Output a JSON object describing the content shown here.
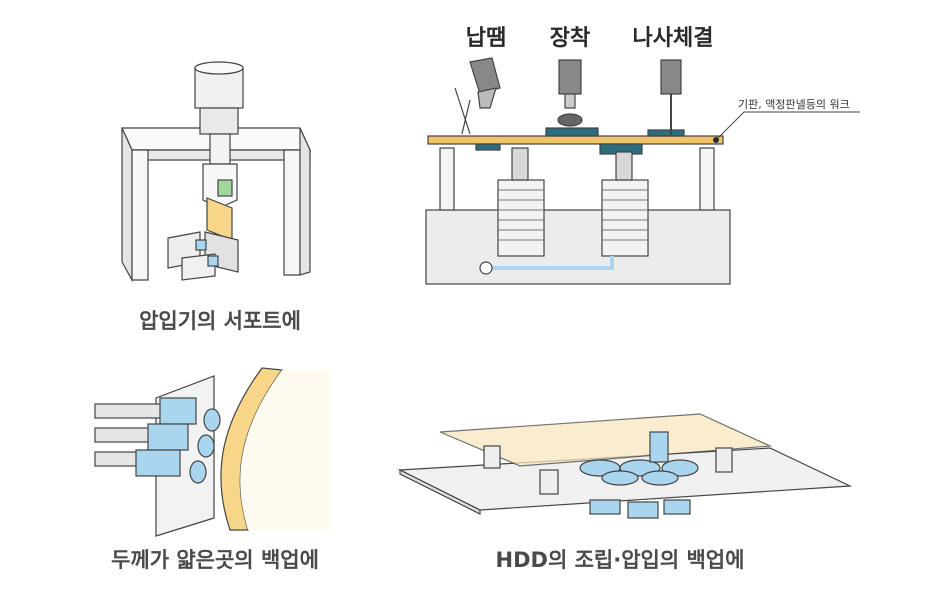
{
  "panels": {
    "press": {
      "caption": "압입기의 서포트에"
    },
    "ops": {
      "labels": [
        "납땜",
        "장착",
        "나사체결"
      ],
      "note": "기판, 액정판넬등의 워크"
    },
    "thin": {
      "caption": "두께가 얇은곳의 백업에"
    },
    "hdd": {
      "caption": "HDD의 조립·압입의 백업에"
    }
  },
  "colors": {
    "outline": "#444444",
    "frame_fill": "#f2f2f2",
    "blue": "#a9d5ee",
    "dark_teal": "#2b6e80",
    "yellow": "#f7d68a",
    "board_yellow": "#f0c36a"
  }
}
